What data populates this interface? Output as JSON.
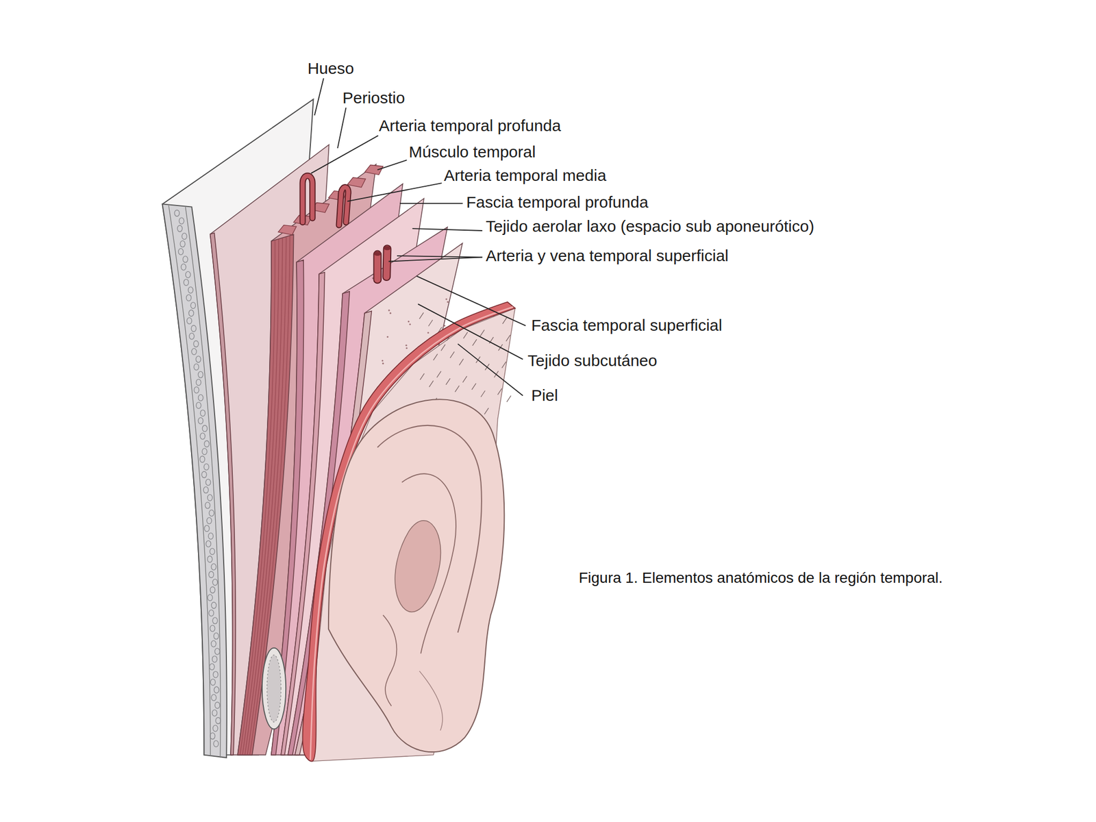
{
  "diagram": {
    "caption": "Figura 1. Elementos anatómicos de la región temporal.",
    "labels": [
      "Hueso",
      "Periostio",
      "Arteria temporal profunda",
      "Músculo temporal",
      "Arteria temporal media",
      "Fascia temporal profunda",
      "Tejido aerolar laxo (espacio sub aponeurótico)",
      "Arteria y vena temporal superficial",
      "Fascia temporal superficial",
      "Tejido subcutáneo",
      "Piel"
    ]
  }
}
